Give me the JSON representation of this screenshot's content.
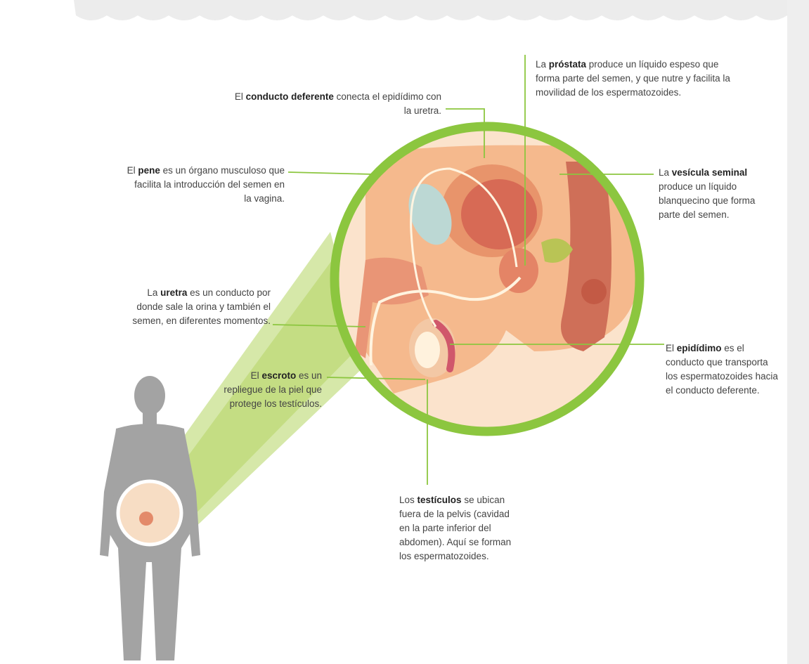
{
  "colors": {
    "accent_green": "#8cc63f",
    "light_green": "#d6e9a6",
    "silhouette": "#a0a0a0",
    "skin": "#f3c196",
    "organ_red": "#c8553d"
  },
  "labels": {
    "conducto_deferente": {
      "pre": "El ",
      "term": "conducto deferente",
      "post": " conecta el epidídimo con la uretra."
    },
    "prostata": {
      "pre": "La ",
      "term": "próstata",
      "post": " produce un líquido espeso que forma parte del semen, y que nutre y facilita la movilidad de los espermatozoides."
    },
    "pene": {
      "pre": "El ",
      "term": "pene",
      "post": " es un órgano musculoso que facilita la introducción del semen en la vagina."
    },
    "vesicula": {
      "pre": "La ",
      "term": "vesícula seminal",
      "post": " produce un líquido blanquecino que forma parte del semen."
    },
    "uretra": {
      "pre": "La ",
      "term": "uretra",
      "post": " es un conducto por donde sale la orina y también el semen, en diferentes momentos."
    },
    "epididimo": {
      "pre": "El ",
      "term": "epidídimo",
      "post": " es el conducto que transporta los espermatozoides hacia el conducto deferente."
    },
    "escroto": {
      "pre": "El ",
      "term": "escroto",
      "post": " es un repliegue de la piel que protege los testículos."
    },
    "testiculos": {
      "pre": "Los ",
      "term": "testículos",
      "post": " se ubican fuera de la pelvis (cavidad en la parte inferior del abdomen). Aquí se forman los espermatozoides."
    }
  }
}
